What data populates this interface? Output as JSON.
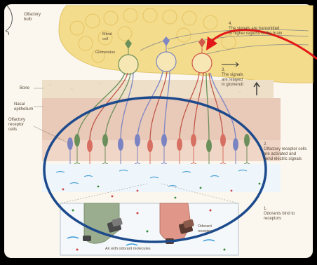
{
  "labels": {
    "olfactory_bulb": "Olfactory\nbulb",
    "mitral_cell": "Mitral\ncell",
    "glomerulus": "Glomerulus",
    "bone": "Bone",
    "nasal_epithelium": "Nasal\nepithelium",
    "olfactory_receptor_cells": "Olfactory\nreceptor\ncells",
    "odorant_receptor": "Odorant\nreceptor",
    "air_with_odorant": "Air with odorant molecules"
  },
  "steps": [
    {
      "number": "1.",
      "text": "Odorants bind to\nreceptors"
    },
    {
      "number": "2.",
      "text": "Olfactory receptor cells\nare activated and\nsend electric signals"
    },
    {
      "number": "3.",
      "text": "The signals\nare relayed\nin glomeruli"
    },
    {
      "number": "4.",
      "text": "The signals are transmitted\nto higher regions of the brain"
    }
  ],
  "colors": {
    "bulb": "#f3dc8c",
    "ellipse_annotation": "#1c4a8c",
    "arrow_annotation": "#e31818",
    "epithelium": "#e9c9b7",
    "bone": "#eee0c8",
    "mucus": "#e8f4fb",
    "receptor_green": "#7b9a6e",
    "receptor_red": "#d77062",
    "receptor_blue": "#7b83c2"
  }
}
